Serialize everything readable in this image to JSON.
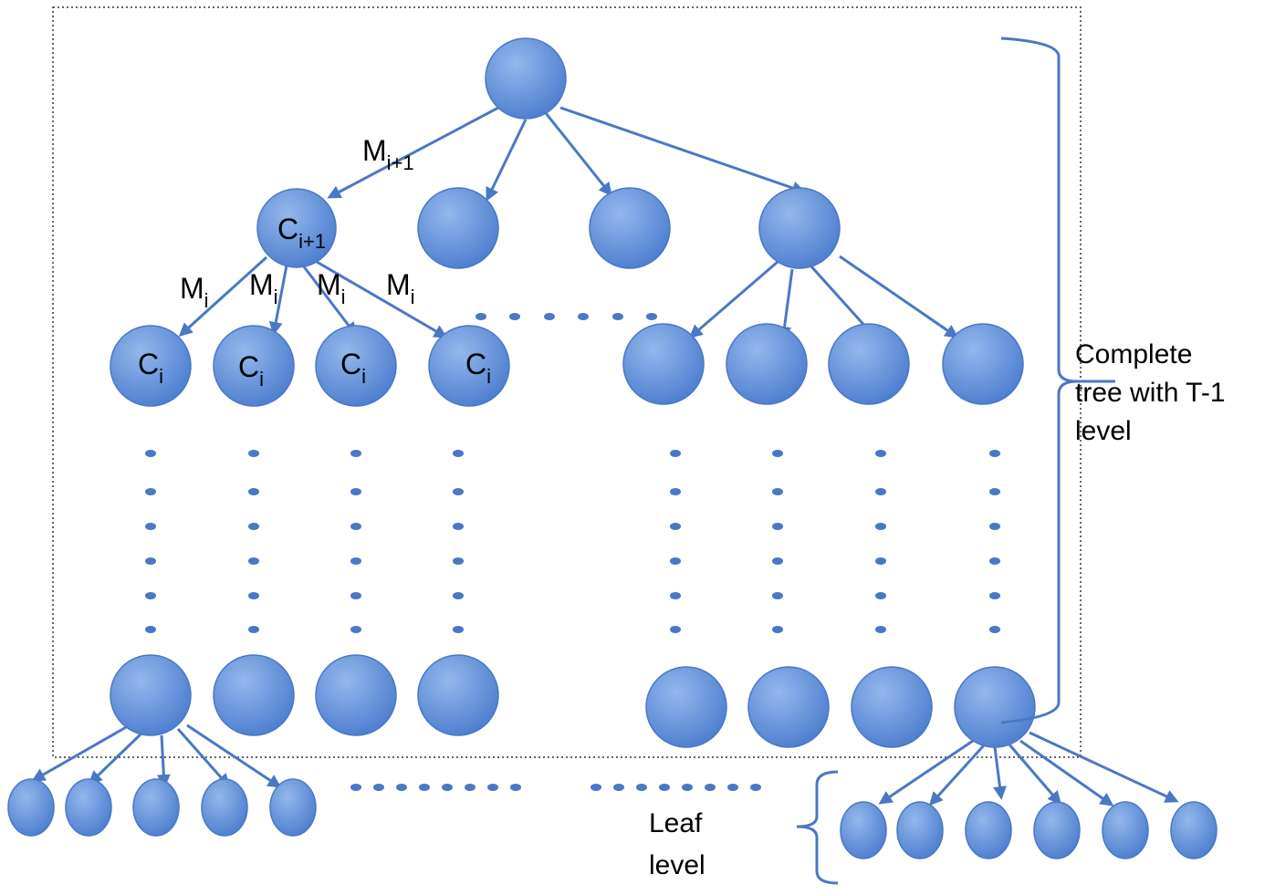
{
  "colors": {
    "node_light": "#94b8ec",
    "node_dark": "#4f7fd0",
    "node_stroke": "#4a78c4",
    "edge": "#4a78c4",
    "dots": "#4a78c4",
    "brace": "#4a78c4",
    "frame": "#333333",
    "text": "#000000"
  },
  "labels": {
    "m_top": {
      "base": "M",
      "sub": "i+1"
    },
    "c_top": {
      "base": "C",
      "sub": "i+1"
    },
    "m_child": {
      "base": "M",
      "sub": "i"
    },
    "c_child": {
      "base": "C",
      "sub": "i"
    }
  },
  "annotations": {
    "complete_tree": [
      "Complete",
      "tree with T-1",
      "level"
    ],
    "leaf_level": [
      "Leaf",
      "level"
    ]
  }
}
